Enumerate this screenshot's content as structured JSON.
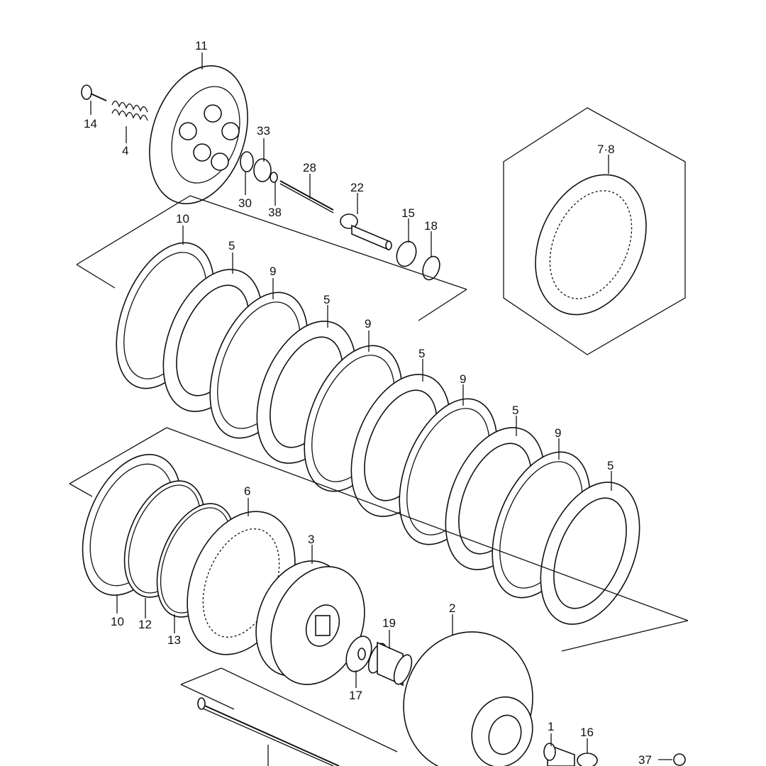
{
  "diagram": {
    "labels": {
      "l11": "11",
      "l14": "14",
      "l4": "4",
      "l33": "33",
      "l30": "30",
      "l38": "38",
      "l28": "28",
      "l22": "22",
      "l15": "15",
      "l18": "18",
      "l78": "7·8",
      "l10a": "10",
      "l5a": "5",
      "l9a": "9",
      "l5b": "5",
      "l9b": "9",
      "l5c": "5",
      "l9c": "9",
      "l5d": "5",
      "l9d": "9",
      "l5e": "5",
      "l6": "6",
      "l3": "3",
      "l10b": "10",
      "l12": "12",
      "l13": "13",
      "l19": "19",
      "l17": "17",
      "l2": "2",
      "l1": "1",
      "l16": "16",
      "l37": "37"
    }
  }
}
